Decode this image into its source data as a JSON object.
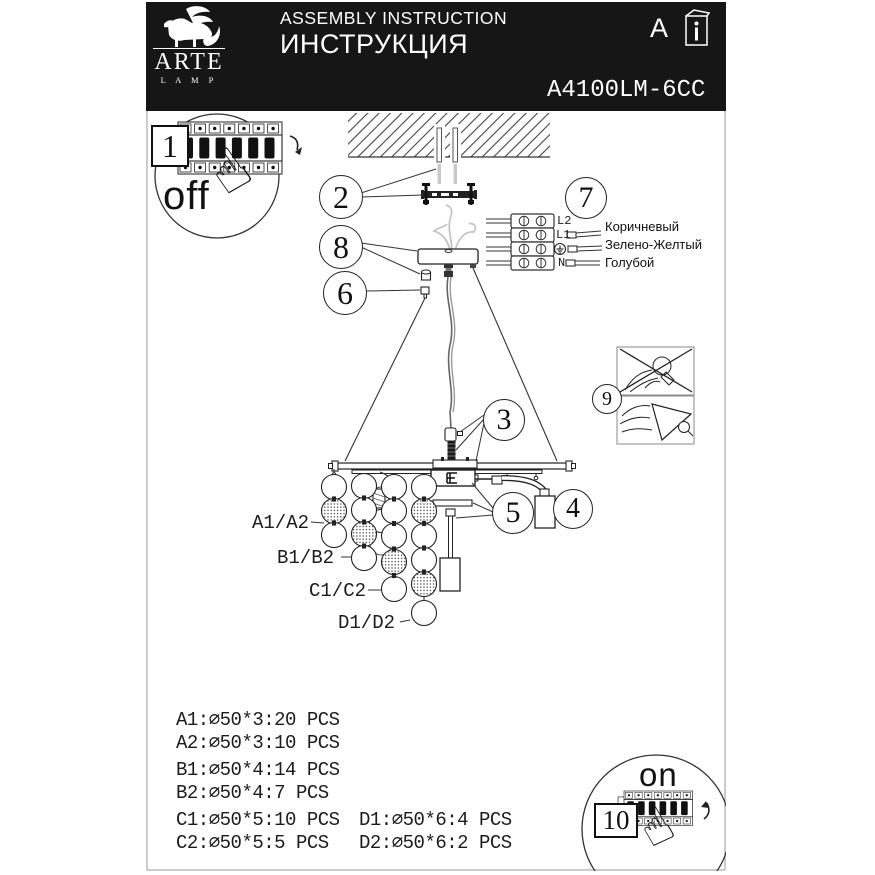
{
  "header": {
    "brand": {
      "name": "ARTE",
      "sub": "L A M P"
    },
    "title_en": "ASSEMBLY INSTRUCTION",
    "title_ru": "ИНСТРУКЦИЯ",
    "corner_letter": "A",
    "model": "A4100LM-6CC"
  },
  "steps": {
    "s1": {
      "num": "1",
      "label": "off"
    },
    "s2": {
      "num": "2"
    },
    "s3": {
      "num": "3"
    },
    "s4": {
      "num": "4"
    },
    "s5": {
      "num": "5"
    },
    "s6": {
      "num": "6"
    },
    "s7": {
      "num": "7"
    },
    "s8": {
      "num": "8"
    },
    "s9": {
      "num": "9"
    },
    "s10": {
      "num": "10",
      "label": "on"
    }
  },
  "wiring": {
    "terminals": [
      "L2",
      "L1",
      "⏚",
      "N"
    ],
    "colors": [
      "Коричневый",
      "Зелено-Желтый",
      "Голубой"
    ]
  },
  "strand_labels": [
    "A1/A2",
    "B1/B2",
    "C1/C2",
    "D1/D2"
  ],
  "parts_list": {
    "left": [
      "A1:∅50*3:20 PCS",
      "A2:∅50*3:10 PCS",
      "B1:∅50*4:14 PCS",
      "B2:∅50*4:7 PCS",
      "C1:∅50*5:10 PCS",
      "C2:∅50*5:5 PCS"
    ],
    "right": [
      "D1:∅50*6:4 PCS",
      "D2:∅50*6:2 PCS"
    ]
  }
}
